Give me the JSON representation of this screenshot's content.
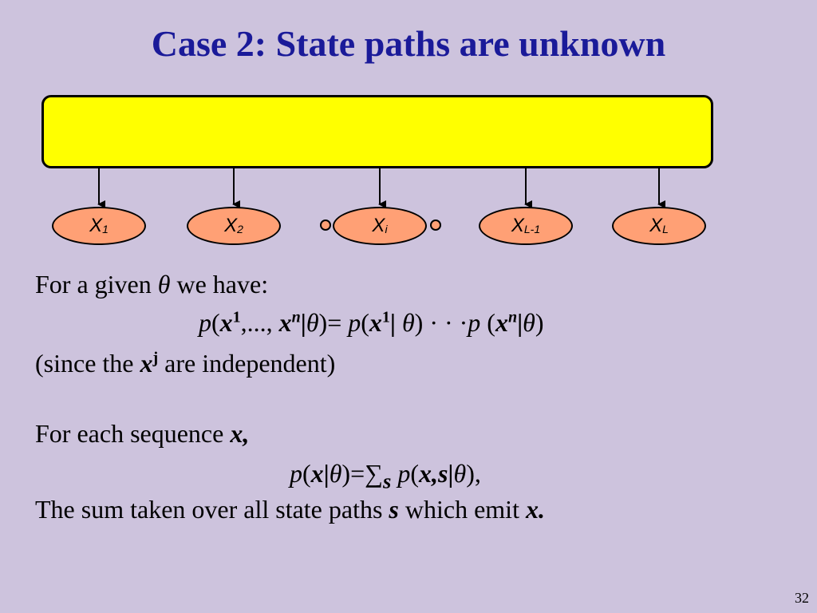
{
  "slide": {
    "title": "Case 2: State paths are unknown",
    "page_number": "32"
  },
  "diagram": {
    "nodes": [
      {
        "base": "X",
        "sub": "1"
      },
      {
        "base": "X",
        "sub": "2"
      },
      {
        "base": "X",
        "sub": "i"
      },
      {
        "base": "X",
        "sub": "L-1"
      },
      {
        "base": "X",
        "sub": "L"
      }
    ]
  },
  "text": {
    "line1_prefix": "For a given ",
    "theta": "θ",
    "line1_suffix": "  we have:",
    "eq1": {
      "p": "p",
      "open": "(",
      "x": "x",
      "sup1": "1",
      "dots": ",..., ",
      "supn": "n",
      "bar": "|",
      "close_eq": ")= ",
      "bar_sp": "| ",
      "close_dots": ")  · · ·",
      "p_sp": "p",
      "open_sp": " (",
      "close": ")"
    },
    "line3_prefix": "(since the ",
    "supj": "j",
    "line3_suffix": " are independent)",
    "line4_prefix": "For each sequence ",
    "line4_x": "x,",
    "eq2": {
      "pre": "(",
      "bar": "|",
      "mid": ")=",
      "sum": "∑",
      "sub_s": "s",
      "sp": " ",
      "xs": "x,s",
      "end": "),"
    },
    "line6_prefix": "The sum taken over all state paths ",
    "line6_s": "s",
    "line6_mid": " which emit ",
    "line6_x": "x."
  }
}
